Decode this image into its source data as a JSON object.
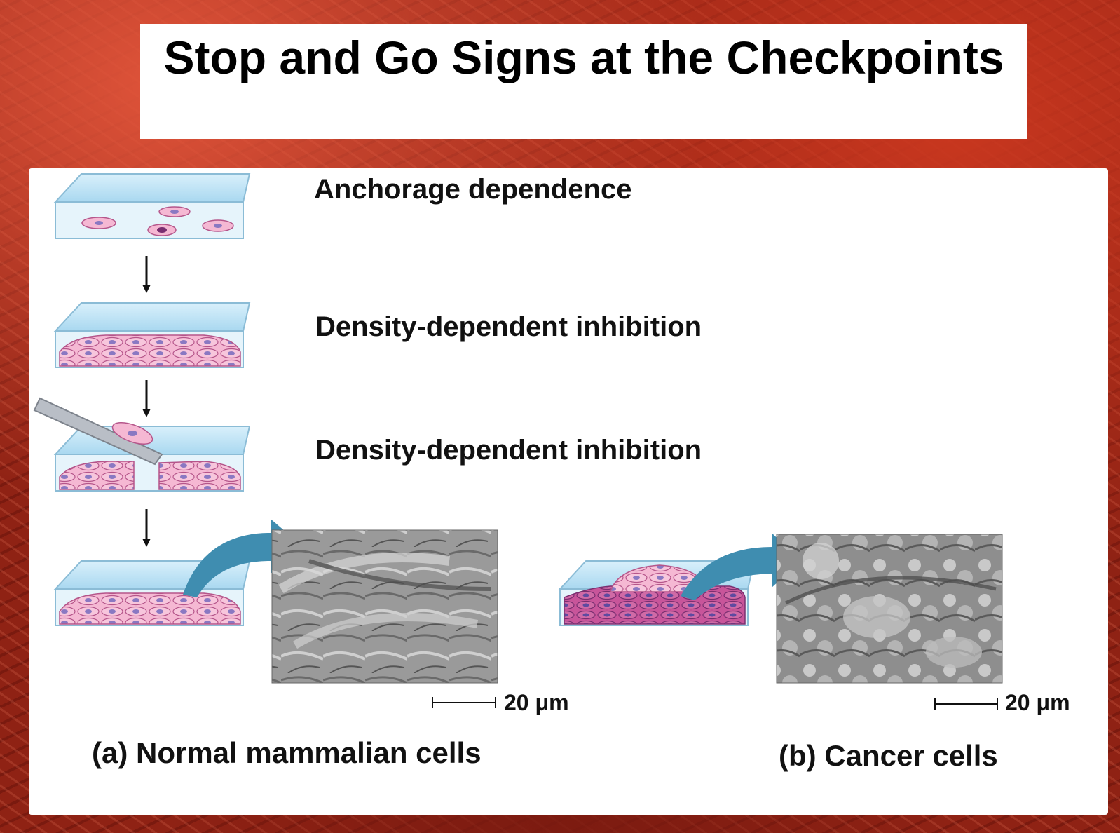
{
  "title": "Stop and Go Signs at the Checkpoints",
  "steps": [
    {
      "label": "Anchorage dependence"
    },
    {
      "label": "Density-dependent inhibition"
    },
    {
      "label": "Density-dependent inhibition"
    }
  ],
  "scale_bars": [
    {
      "label": "20 μm"
    },
    {
      "label": "20 μm"
    }
  ],
  "captions": {
    "normal": "(a) Normal mammalian cells",
    "cancer": "(b) Cancer cells"
  },
  "colors": {
    "background": "#8f2214",
    "dish_water": "#bfe3f5",
    "cell_fill": "#f2a6c8",
    "cell_nucleus": "#7d6fb8",
    "arrow_blue": "#3f8db0"
  }
}
